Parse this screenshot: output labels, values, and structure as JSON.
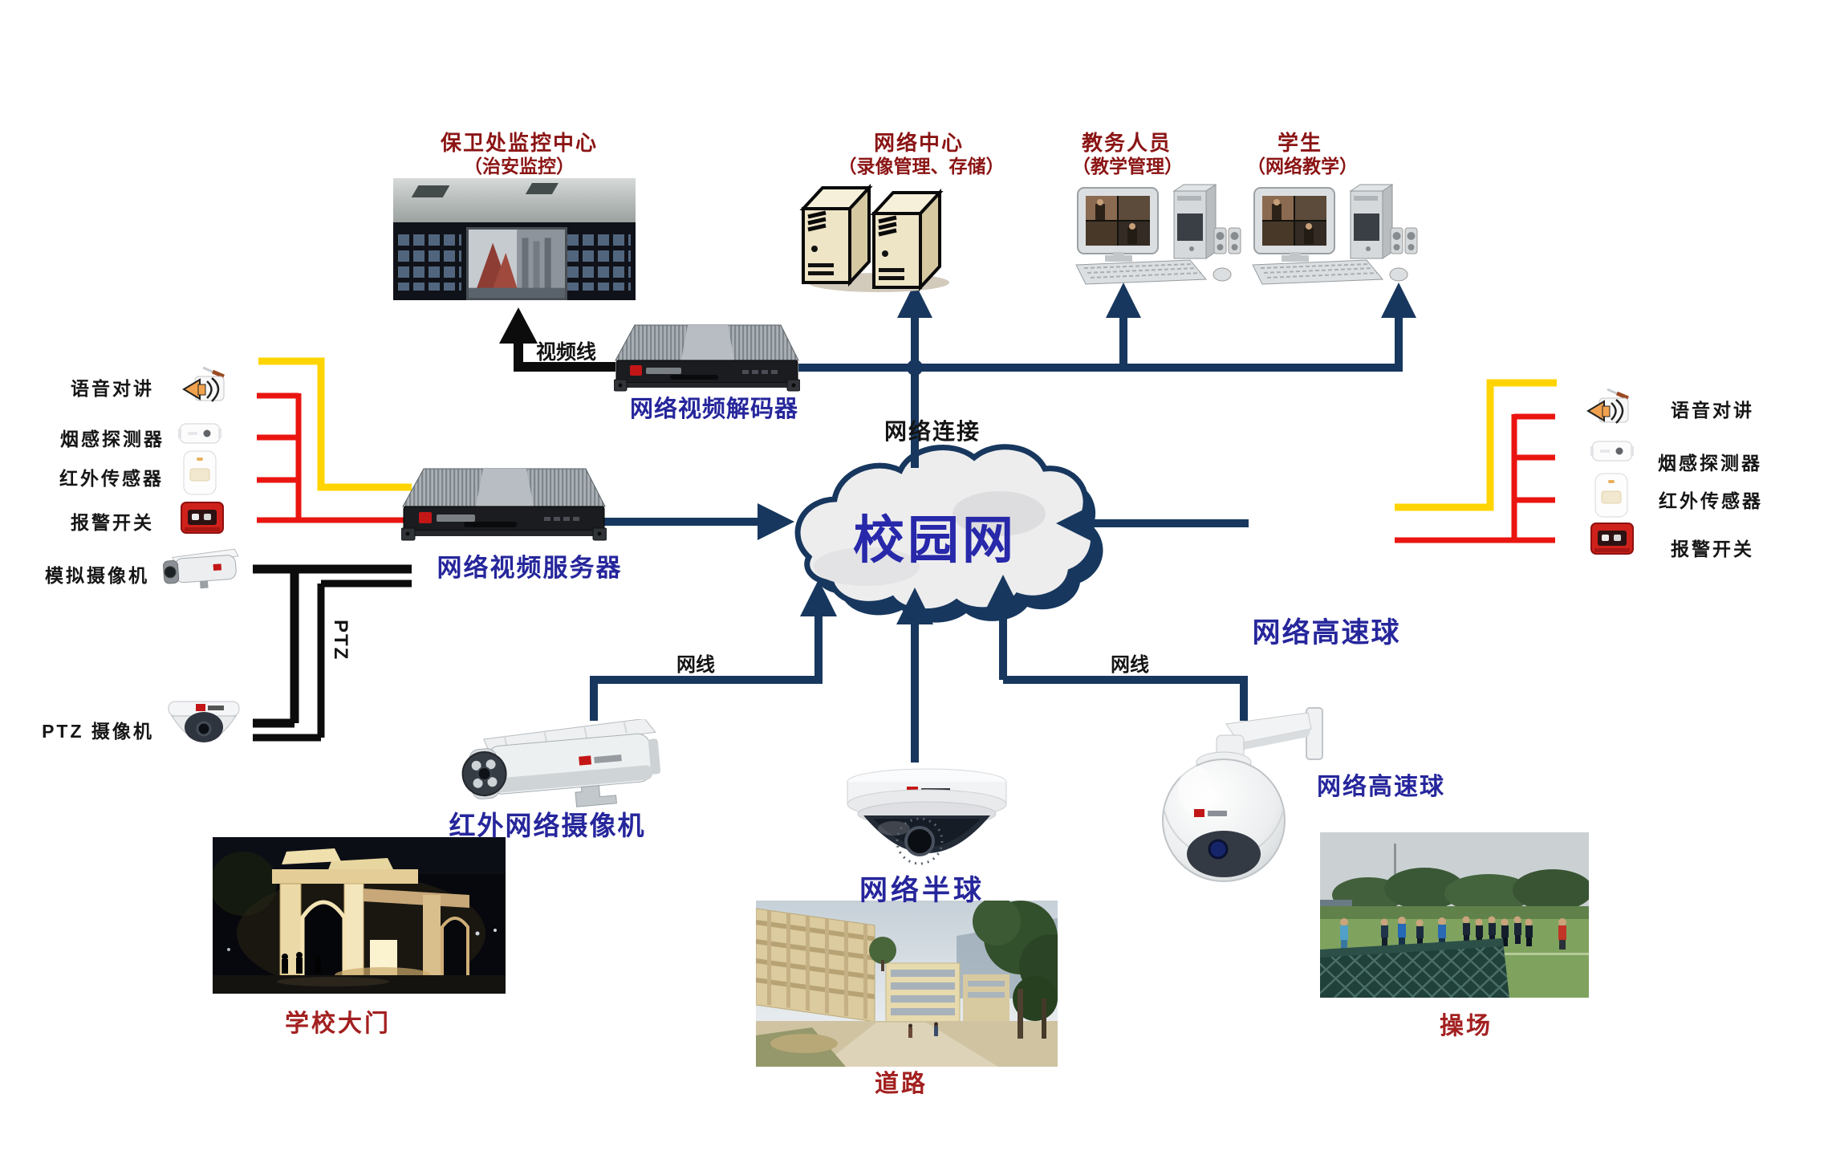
{
  "colors": {
    "line_blue": "#17375e",
    "wire_yellow": "#ffd400",
    "wire_red": "#ea1510",
    "wire_black": "#0c0c0c",
    "label_navy": "#26269c",
    "title_dark_red": "#8b1414",
    "caption_red": "#a32020",
    "cloud_text_blue": "#2828aa",
    "device_logo_red": "#c31616"
  },
  "top_nodes": {
    "security": {
      "title": "保卫处监控中心",
      "subtitle": "（治安监控）"
    },
    "network": {
      "title": "网络中心",
      "subtitle": "（录像管理、存储）"
    },
    "staff": {
      "title": "教务人员",
      "subtitle": "（教学管理）"
    },
    "student": {
      "title": "学生",
      "subtitle": "（网络教学）"
    }
  },
  "cloud": {
    "label": "校园网"
  },
  "devices": {
    "decoder": {
      "label": "网络视频解码器"
    },
    "video_server": {
      "label": "网络视频服务器"
    },
    "ir_camera": {
      "label": "红外网络摄像机"
    },
    "network_dome": {
      "label": "网络半球"
    },
    "speed_dome_upper": {
      "label": "网络高速球"
    },
    "speed_dome_lower": {
      "label": "网络高速球"
    }
  },
  "wire_labels": {
    "video": "视频线",
    "network_link": "网络连接",
    "lan_left": "网线",
    "lan_right": "网线",
    "ptz": "PTZ"
  },
  "sensors_left": [
    "语音对讲",
    "烟感探测器",
    "红外传感器",
    "报警开关",
    "模拟摄像机",
    "PTZ 摄像机"
  ],
  "sensors_right": [
    "语音对讲",
    "烟感探测器",
    "红外传感器",
    "报警开关"
  ],
  "photos": {
    "gate": "学校大门",
    "road": "道路",
    "playground": "操场"
  }
}
